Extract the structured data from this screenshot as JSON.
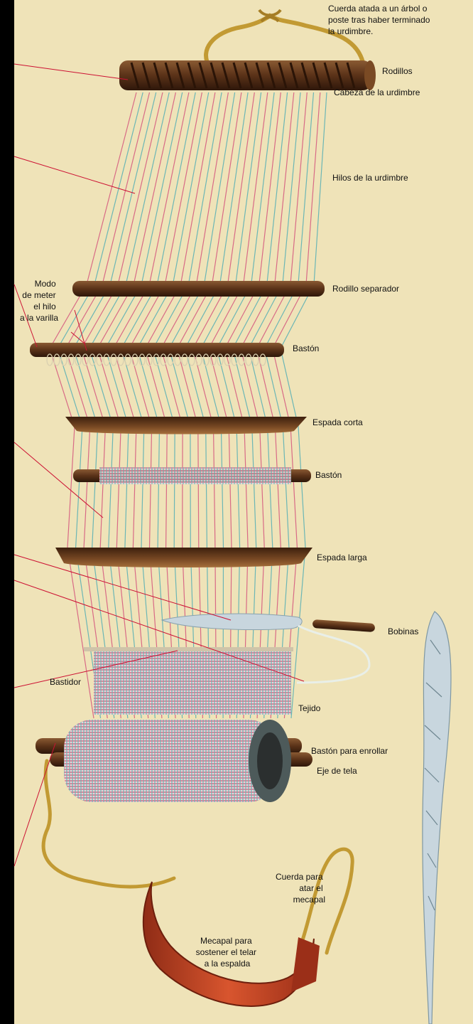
{
  "colors": {
    "paper": "#efe3b8",
    "panel": "#000000",
    "wood": "#5a3218",
    "wood_light": "#8a5a33",
    "warp_red": "#d86a86",
    "warp_teal": "#6bb6b5",
    "rope": "#c29a33",
    "strap": "#c94a2a",
    "leader": "#cc1133",
    "bobbin": "#c8d6de"
  },
  "labels": {
    "cuerda_arbol": [
      "Cuerda atada a un árbol o",
      "poste tras haber terminado",
      "la urdimbre."
    ],
    "rodillos": "Rodillos",
    "cabeza": "Cabeza de la urdimbre",
    "hilos": "Hilos de la urdimbre",
    "rodillo_separador": "Rodillo separador",
    "modo": [
      "Modo",
      "de meter",
      "el hilo",
      "a la varilla"
    ],
    "baston_1": "Bastón",
    "espada_corta": "Espada corta",
    "baston_2": "Bastón",
    "espada_larga": "Espada larga",
    "bobinas": "Bobinas",
    "bastidor": "Bastidor",
    "tejido": "Tejido",
    "baston_enrollar": "Bastón para enrollar",
    "eje_tela": "Eje de tela",
    "cuerda_mecapal": [
      "Cuerda para",
      "atar el",
      "mecapal"
    ],
    "mecapal": [
      "Mecapal para",
      "sostener el telar",
      "a la espalda"
    ]
  }
}
